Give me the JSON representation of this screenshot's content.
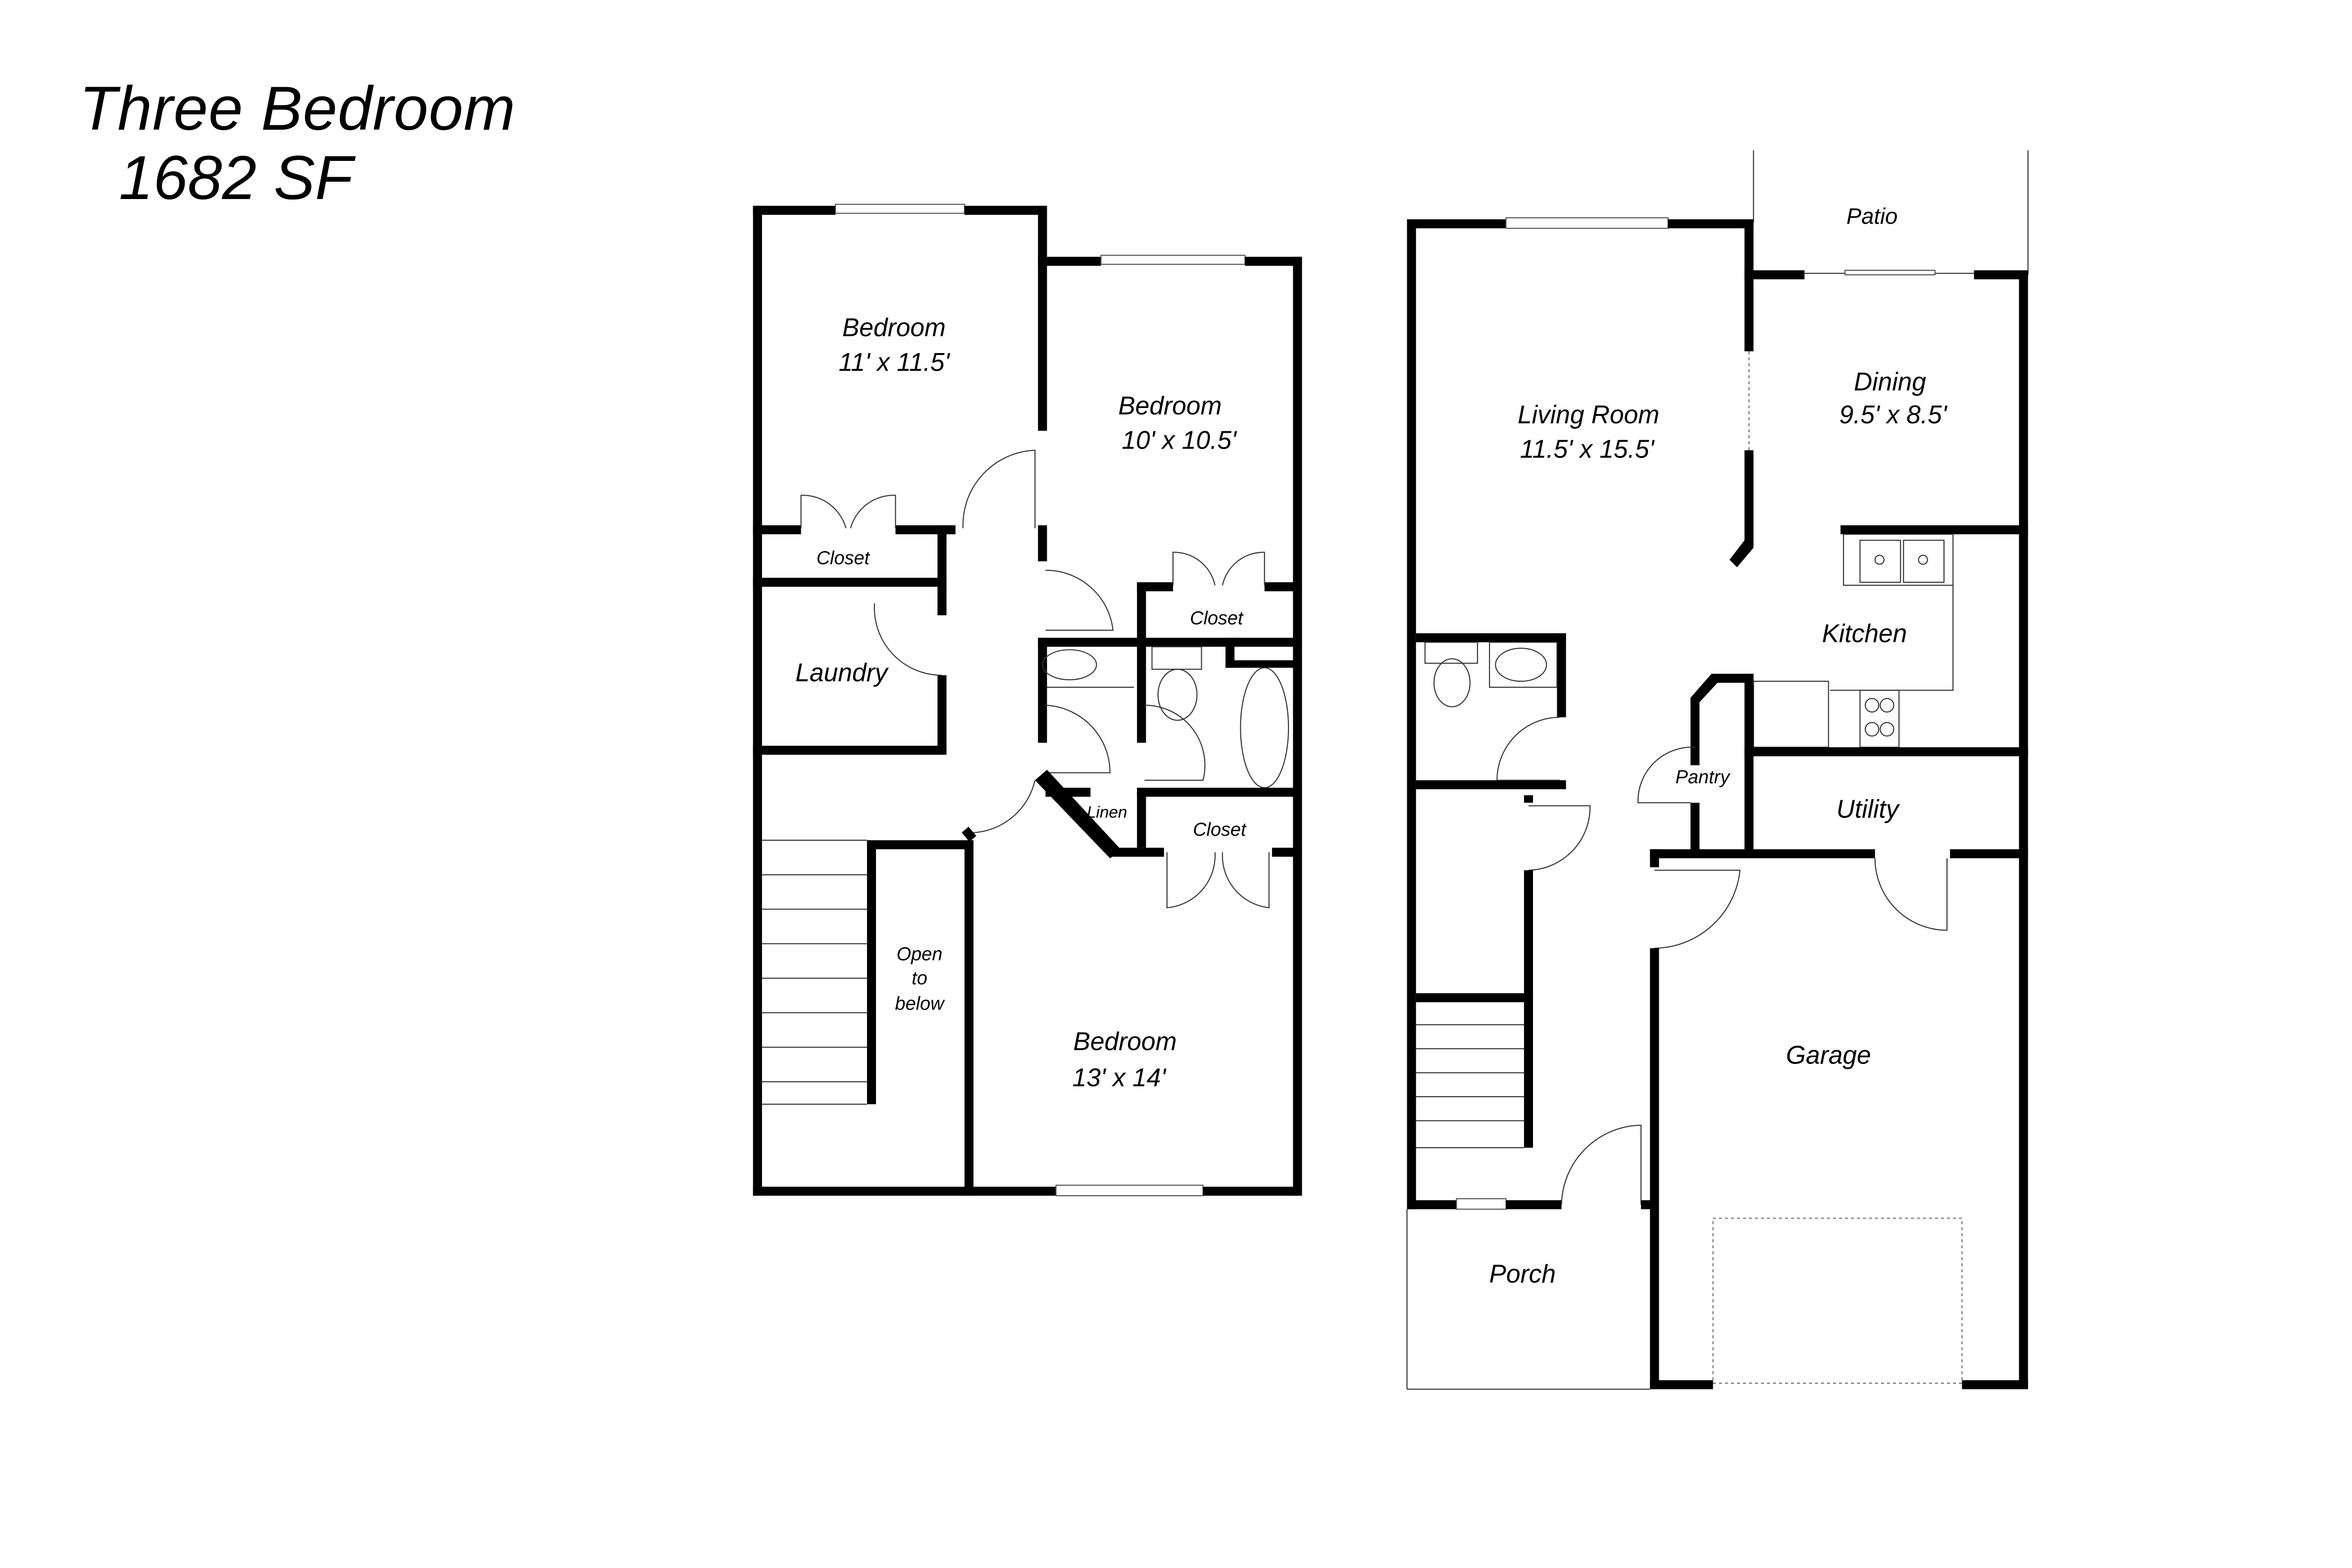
{
  "header": {
    "plan_name": "Three Bedroom",
    "square_footage": "1682 SF"
  },
  "upper_floor": {
    "rooms": [
      {
        "name": "Bedroom",
        "size": "11' x 11.5'"
      },
      {
        "name": "Bedroom",
        "size": "10' x 10.5'"
      },
      {
        "name": "Bedroom",
        "size": "13' x 14'"
      }
    ],
    "closets": [
      "Closet",
      "Closet",
      "Closet"
    ],
    "laundry": "Laundry",
    "linen": "Linen",
    "open_to_below": [
      "Open",
      "to",
      "below"
    ]
  },
  "lower_floor": {
    "living_room": {
      "name": "Living Room",
      "size": "11.5' x 15.5'"
    },
    "dining": {
      "name": "Dining",
      "size": "9.5' x 8.5'"
    },
    "patio": "Patio",
    "kitchen": "Kitchen",
    "pantry": "Pantry",
    "utility": "Utility",
    "garage": "Garage",
    "porch": "Porch"
  }
}
